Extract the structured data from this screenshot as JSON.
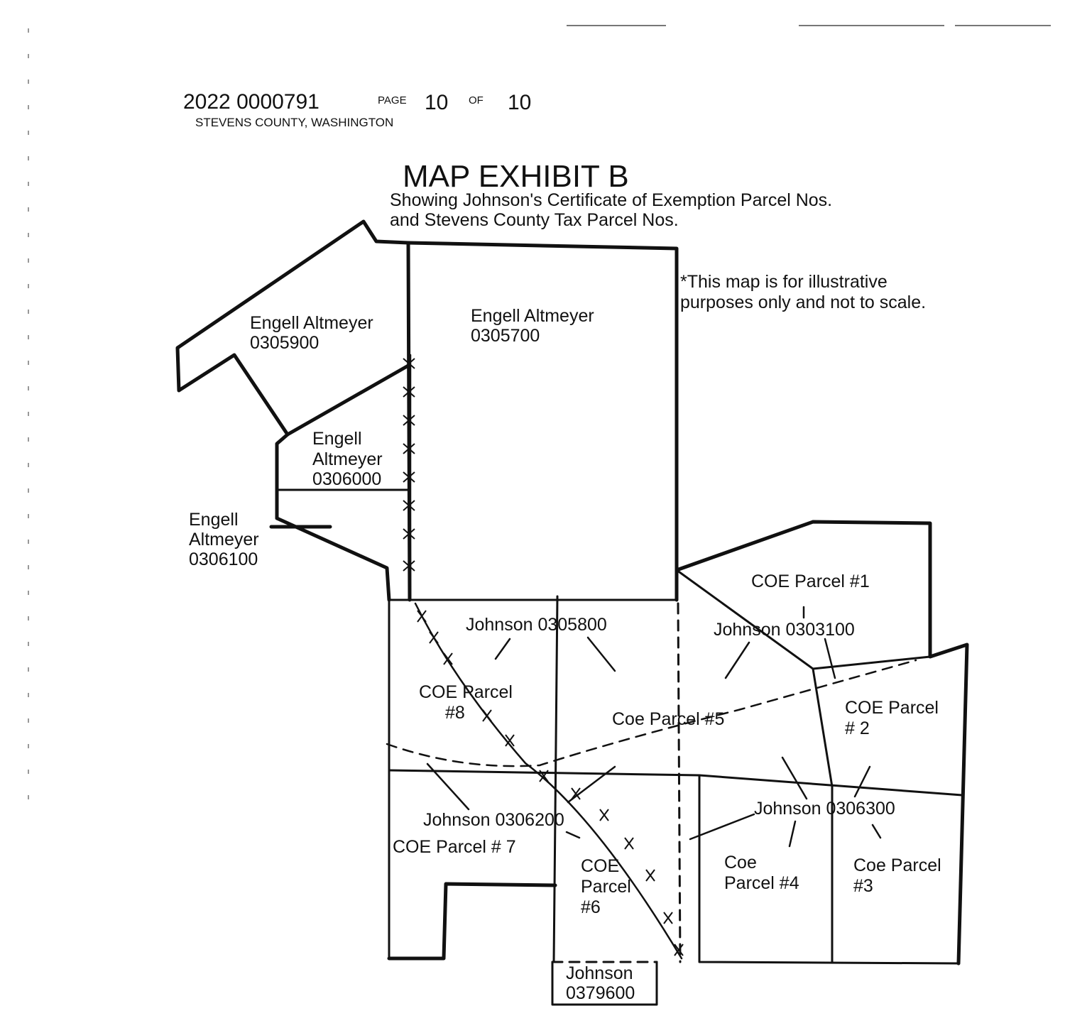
{
  "header": {
    "recording_number": "2022 0000791",
    "page_word": "PAGE",
    "page_number": "10",
    "of_word": "OF",
    "page_total": "10",
    "county": "STEVENS COUNTY, WASHINGTON"
  },
  "map": {
    "title": "MAP EXHIBIT B",
    "subtitle_line1": "Showing Johnson's Certificate of Exemption Parcel Nos.",
    "subtitle_line2": "and Stevens County Tax Parcel Nos.",
    "note_line1": "*This map is for illustrative",
    "note_line2": "purposes only and not to scale.",
    "parcels": [
      {
        "line1": "Engell Altmeyer",
        "line2": "0305900"
      },
      {
        "line1": "Engell Altmeyer",
        "line2": "0305700"
      },
      {
        "line1": "Engell",
        "line2": "Altmeyer",
        "line3": "0306000"
      },
      {
        "line1": "Engell",
        "line2": "Altmeyer",
        "line3": "0306100"
      },
      {
        "line1": "COE Parcel #1"
      },
      {
        "line1": "Johnson 0305800"
      },
      {
        "line1": "Johnson 0303100"
      },
      {
        "line1": "COE Parcel",
        "line2": "#8"
      },
      {
        "line1": "Coe Parcel #5"
      },
      {
        "line1": "COE Parcel",
        "line2": "# 2"
      },
      {
        "line1": "Johnson 0306300"
      },
      {
        "line1": "Johnson 0306200"
      },
      {
        "line1": "COE Parcel # 7"
      },
      {
        "line1": "COE",
        "line2": "Parcel",
        "line3": "#6"
      },
      {
        "line1": "Coe",
        "line2": "Parcel #4"
      },
      {
        "line1": "Coe Parcel",
        "line2": "#3"
      },
      {
        "line1": "Johnson",
        "line2": "0379600"
      }
    ]
  }
}
